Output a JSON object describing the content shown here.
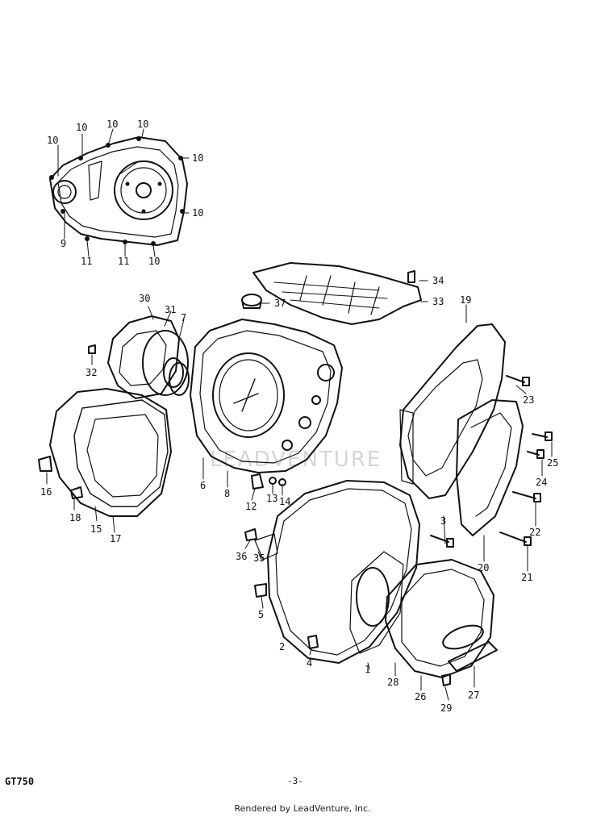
{
  "watermark_text": "LEADVENTURE",
  "model_label": "GT750",
  "page_number": "-3-",
  "credit": "Rendered by LeadVenture, Inc.",
  "callouts": {
    "c9": "9",
    "c10a": "10",
    "c10b": "10",
    "c10c": "10",
    "c10d": "10",
    "c10e": "10",
    "c10f": "10",
    "c10g": "10",
    "c11a": "11",
    "c11b": "11",
    "c34": "34",
    "c33": "33",
    "c37": "37",
    "c19": "19",
    "c30": "30",
    "c31": "31",
    "c7": "7",
    "c32": "32",
    "c23": "23",
    "c25": "25",
    "c24": "24",
    "c22": "22",
    "c21": "21",
    "c20": "20",
    "c16": "16",
    "c18": "18",
    "c15": "15",
    "c17": "17",
    "c6": "6",
    "c8": "8",
    "c12": "12",
    "c13": "13",
    "c14": "14",
    "c3": "3",
    "c36": "36",
    "c35": "35",
    "c5": "5",
    "c2": "2",
    "c4": "4",
    "c1": "1",
    "c28": "28",
    "c26": "26",
    "c27": "27",
    "c29": "29"
  }
}
